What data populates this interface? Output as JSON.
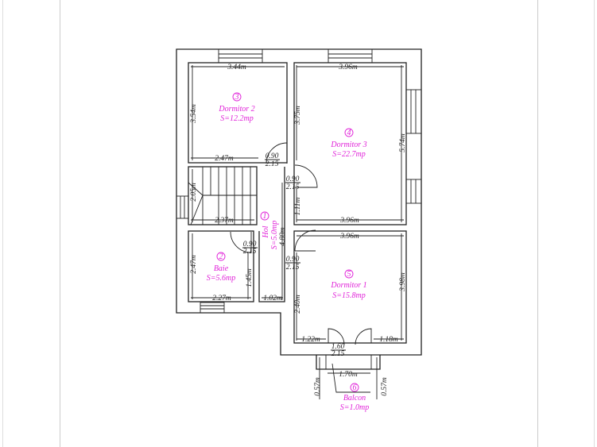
{
  "rooms": [
    {
      "number": "1",
      "name": "Hol",
      "area": "S=5.0mp"
    },
    {
      "number": "2",
      "name": "Baie",
      "area": "S=5.6mp"
    },
    {
      "number": "3",
      "name": "Dormitor 2",
      "area": "S=12.2mp"
    },
    {
      "number": "4",
      "name": "Dormitor 3",
      "area": "S=22.7mp"
    },
    {
      "number": "5",
      "name": "Dormitor 1",
      "area": "S=15.8mp"
    },
    {
      "number": "6",
      "name": "Balcon",
      "area": "S=1.0mp"
    }
  ],
  "dimensions": {
    "d2_width": "3.44m",
    "d3_width_top": "3.96m",
    "d2_height": "3.54m",
    "d3_left": "3.75m",
    "d3_right": "5.74m",
    "d2_bottom": "2.47m",
    "stair_height": "2.05m",
    "d3_low": "1.11m",
    "stair_width": "2.37m",
    "d3_width_bottom": "3.96m",
    "hall_length": "4.80m",
    "d1_width_top": "3.96m",
    "baie_height": "2.47m",
    "baie_right": "1.45m",
    "baie_width": "2.27m",
    "hall_width": "1.02m",
    "d1_right": "3.98m",
    "d1_left": "2.40m",
    "d1_bottom_left": "1.22m",
    "d1_bottom_right": "1.18m",
    "balcon_width": "1.70m",
    "balcon_left": "0.57m",
    "balcon_right": "0.57m"
  },
  "doors": [
    {
      "width": "0.90",
      "height": "2.15"
    },
    {
      "width": "0.90",
      "height": "2.15"
    },
    {
      "width": "0.90",
      "height": "2.15"
    },
    {
      "width": "0.90",
      "height": "2.15"
    },
    {
      "width": "1.60",
      "height": "2.15"
    }
  ]
}
